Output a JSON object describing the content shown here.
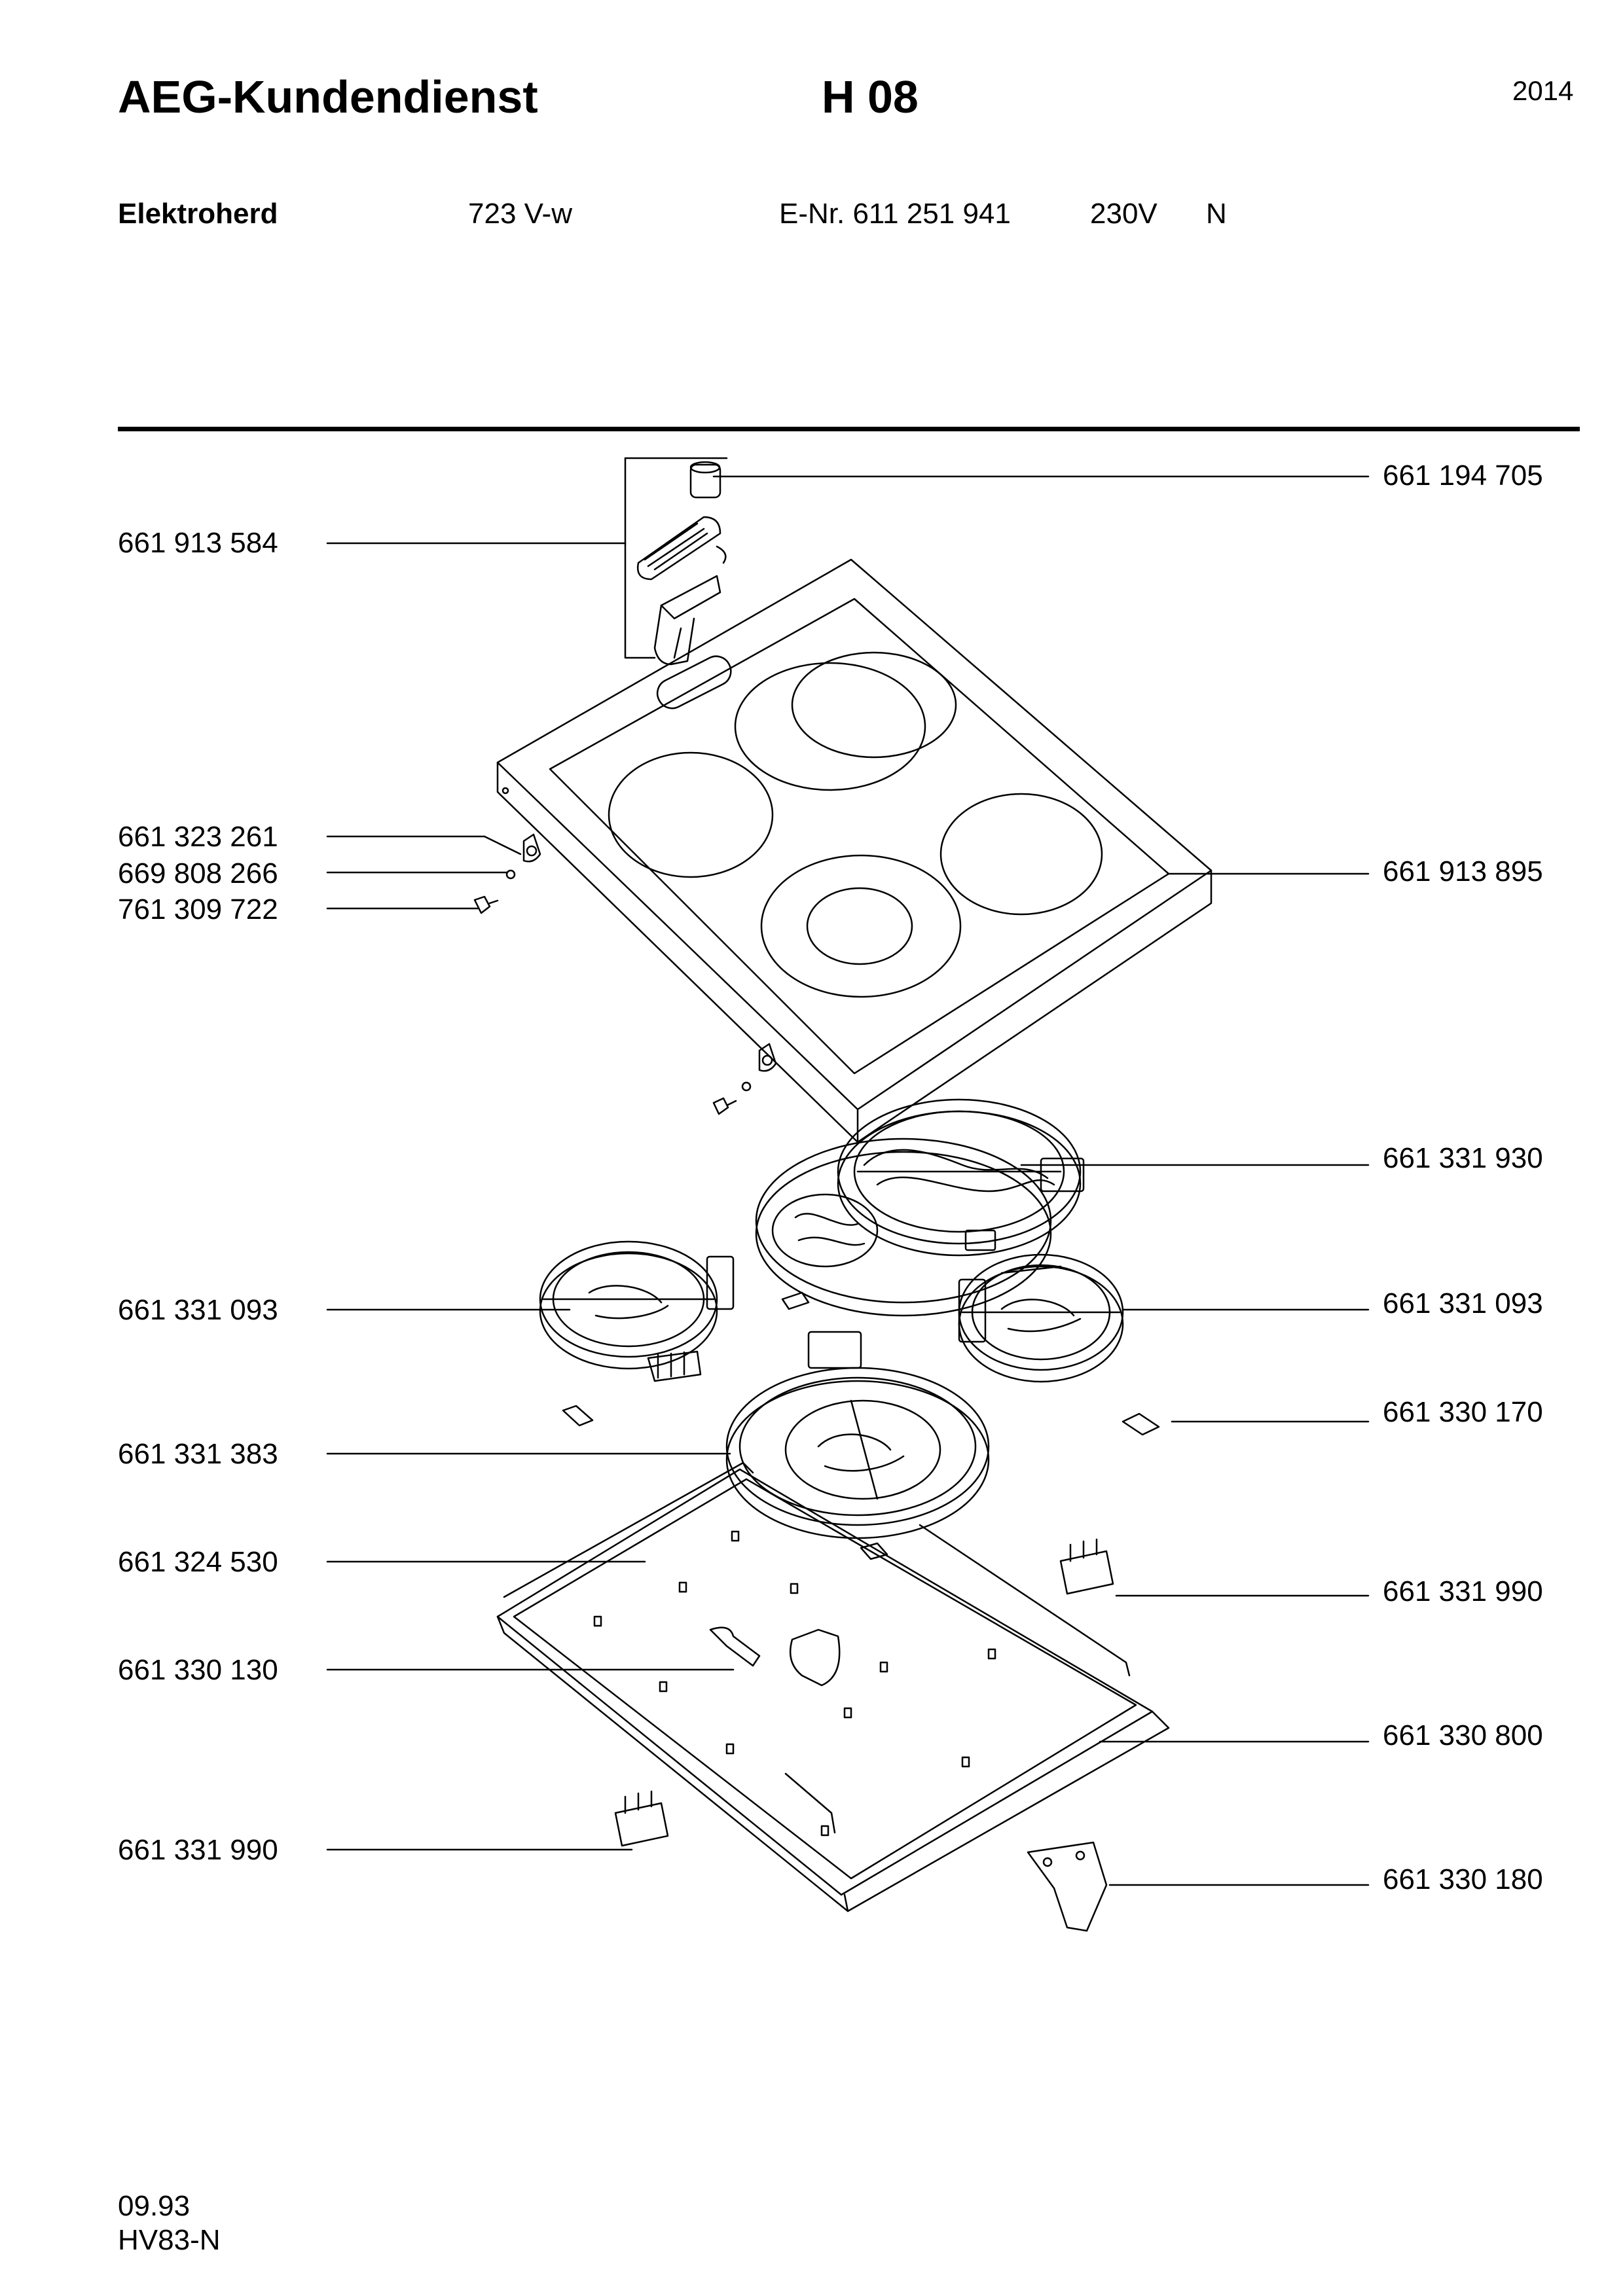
{
  "header": {
    "brand": "AEG-Kundendienst",
    "model_code": "H 08",
    "year": "2014"
  },
  "subheader": {
    "appliance": "Elektroherd",
    "type": "723 V-w",
    "enr": "E-Nr. 611 251 941",
    "voltage": "230V",
    "variant": "N"
  },
  "parts_left": [
    "661 913 584",
    "661 323 261",
    "669 808 266",
    "761 309 722",
    "661 331 093",
    "661 331 383",
    "661 324 530",
    "661 330 130",
    "661 331 990"
  ],
  "parts_right": [
    "661 194 705",
    "661 913 895",
    "661 331 930",
    "661 331 093",
    "661 330 170",
    "661 331 990",
    "661 330 800",
    "661 330 180"
  ],
  "footer": {
    "date": "09.93",
    "doc_code": "HV83-N"
  }
}
